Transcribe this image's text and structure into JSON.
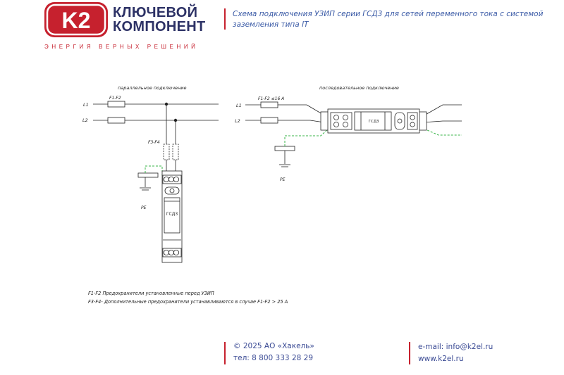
{
  "brand": {
    "logo_text": "K2",
    "name_line1": "КЛЮЧЕВОЙ",
    "name_line2": "КОМПОНЕНТ",
    "tagline": "ЭНЕРГИЯ ВЕРНЫХ РЕШЕНИЙ",
    "color_red": "#c6212e",
    "color_navy": "#2d3266"
  },
  "header": {
    "title": "Схема подключения УЗИП серии ГСД3 для сетей переменного тока с системой заземления типа IT"
  },
  "diagram": {
    "parallel": {
      "title": "параллельное подключение",
      "line1": "L1",
      "line2": "L2",
      "fuse_top": "F1-F2",
      "fuse_extra": "F3-F4",
      "pe": "PE",
      "device_label": "ГСД3"
    },
    "serial": {
      "title": "последовательное подключение",
      "line1": "L1",
      "line2": "L2",
      "fuse": "F1-F2 ≤16 А",
      "pe": "PE",
      "device_label": "ГСД3"
    },
    "notes": [
      "F1-F2 Предохранители установленные перед УЗИП",
      "F3-F4- Дополнительные предохранители устанавливаются в случае F1-F2 > 25 А"
    ]
  },
  "footer": {
    "copyright": "© 2025 АО «Хакель»",
    "phone": "тел: 8 800 333 28 29",
    "email": "e-mail: info@k2el.ru",
    "website": "www.k2el.ru"
  }
}
